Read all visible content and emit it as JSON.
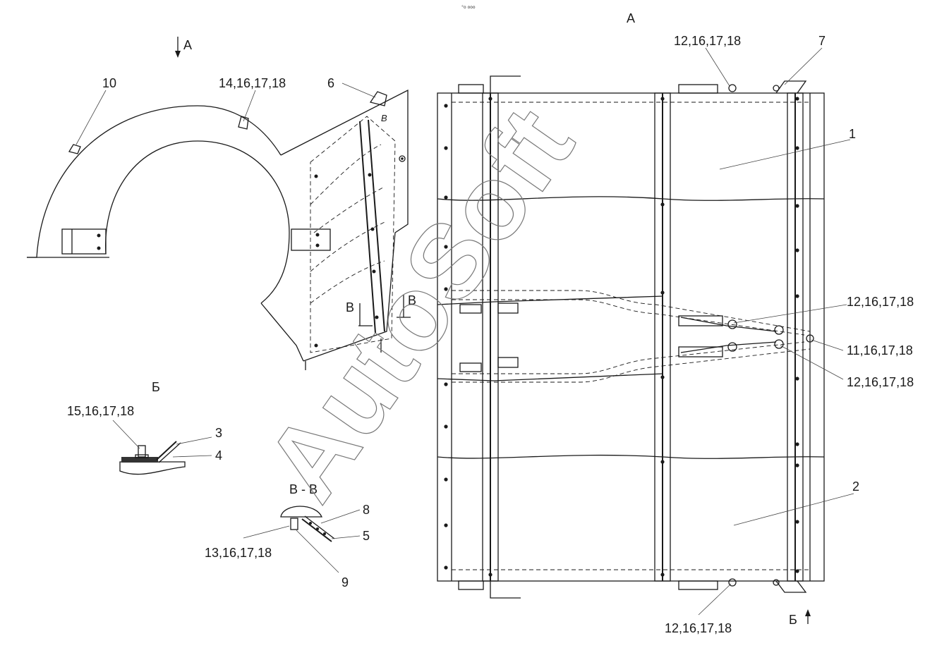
{
  "header_mark": "°o ooo",
  "watermark": "AutoSoft",
  "views": {
    "view_a_arrow": "А",
    "view_a_title": "А",
    "view_b_title": "Б",
    "view_b_arrow": "Б",
    "section_vv_title": "В - В",
    "section_v_left": "В",
    "section_v_right": "В",
    "small_v": "В"
  },
  "callouts": {
    "c10": "10",
    "c14": "14,16,17,18",
    "c6": "6",
    "c12_top": "12,16,17,18",
    "c7": "7",
    "c1": "1",
    "c12_mid": "12,16,17,18",
    "c11": "11,16,17,18",
    "c12_low": "12,16,17,18",
    "c2": "2",
    "c12_bottom": "12,16,17,18",
    "c15": "15,16,17,18",
    "c3": "3",
    "c4": "4",
    "c8": "8",
    "c5": "5",
    "c13": "13,16,17,18",
    "c9": "9"
  },
  "colors": {
    "line": "#1a1a1a",
    "watermark": "#777777"
  }
}
